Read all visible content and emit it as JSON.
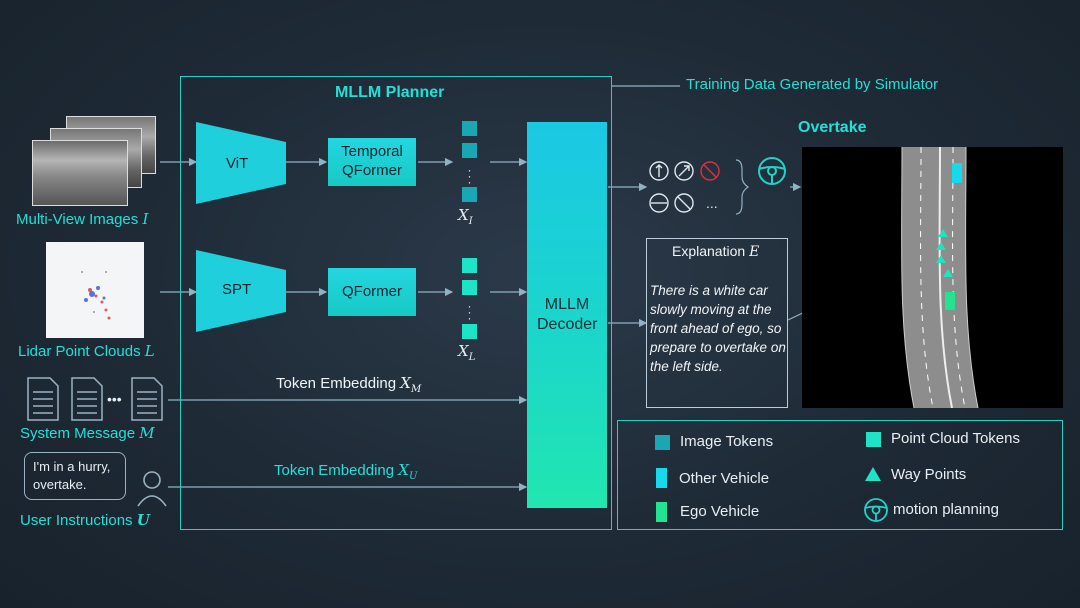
{
  "planner": {
    "title": "MLLM Planner"
  },
  "simulator_label": "Training Data Generated by Simulator",
  "overtake_title": "Overtake",
  "encoders": {
    "vit": "ViT",
    "spt": "SPT"
  },
  "qformers": {
    "temporal": "Temporal QFormer",
    "plain": "QFormer"
  },
  "token_subscripts": {
    "image": "X",
    "image_sub": "I",
    "lidar": "X",
    "lidar_sub": "L"
  },
  "decoder": {
    "label": "MLLM Decoder"
  },
  "inputs": {
    "images_label": "Multi-View Images",
    "images_var": "I",
    "lidar_label": "Lidar Point Clouds",
    "lidar_var": "L",
    "system_label": "System Message",
    "system_var": "M",
    "user_label": "User Instructions",
    "user_var": "U",
    "user_bubble": "I'm in a hurry, overtake."
  },
  "embeddings": {
    "m_label": "Token Embedding",
    "m_var": "X",
    "m_sub": "M",
    "u_label": "Token Embedding",
    "u_var": "X",
    "u_sub": "U"
  },
  "explanation": {
    "title": "Explanation",
    "var": "E",
    "text": "There is a white car slowly moving at the front ahead of ego, so prepare to overtake on the left side."
  },
  "actions_ellipsis": "...",
  "legend": {
    "image_tokens": "Image Tokens",
    "point_cloud_tokens": "Point Cloud Tokens",
    "other_vehicle": "Other Vehicle",
    "way_points": "Way Points",
    "ego_vehicle": "Ego Vehicle",
    "motion_planning": "motion planning"
  },
  "colors": {
    "accent": "#21e0d6",
    "image_token": "#1aa6b2",
    "point_cloud_token": "#1fe3c7",
    "other_vehicle": "#17d9ec",
    "ego_vehicle": "#22e38f",
    "background": "#1e2a36"
  },
  "icons": [
    "document-icon",
    "user-icon",
    "steering-wheel-icon",
    "arrow-up-icon",
    "arrow-up-right-icon",
    "no-entry-icon",
    "arrow-left-icon",
    "arrow-up-left-icon"
  ]
}
